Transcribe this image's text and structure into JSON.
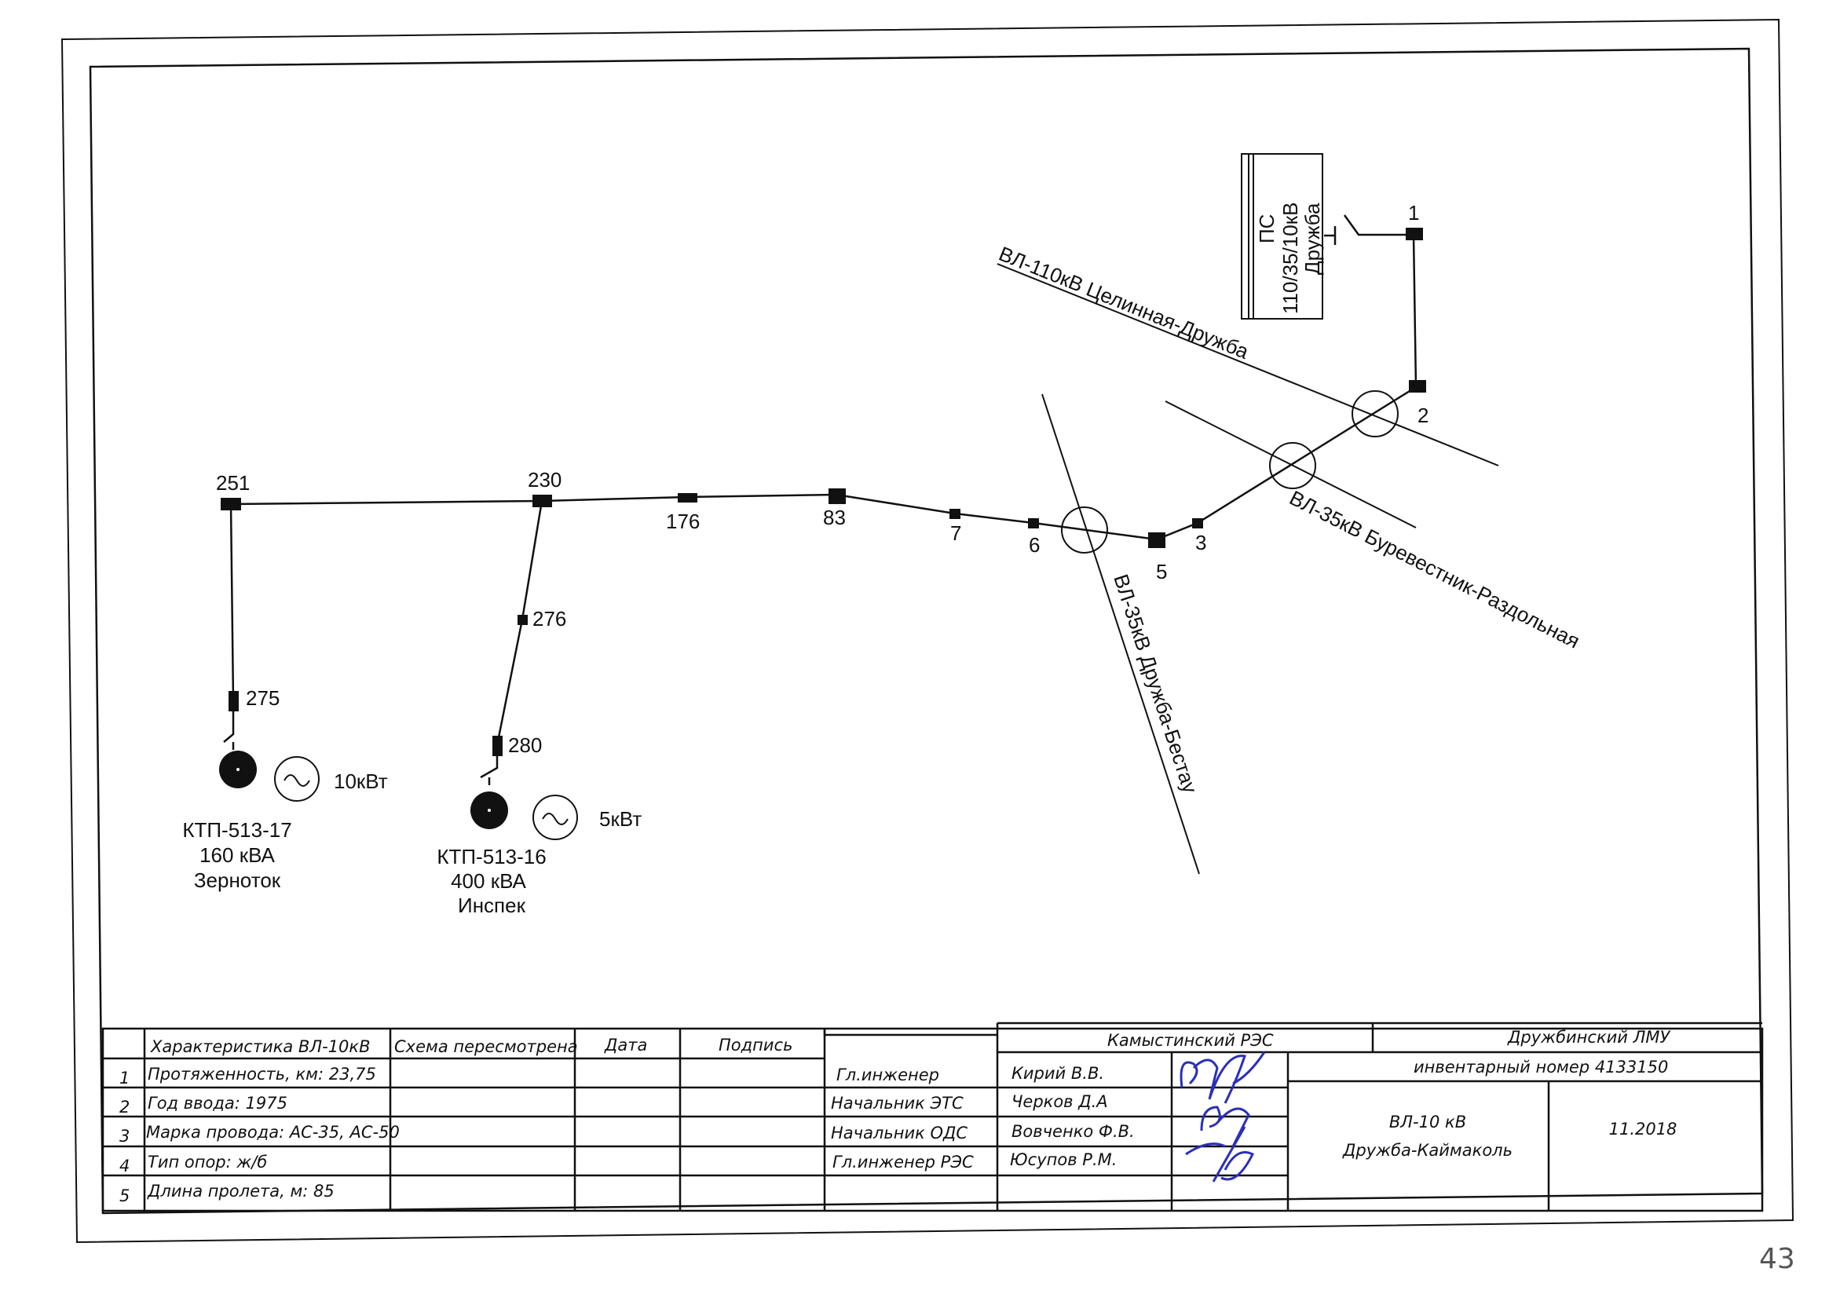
{
  "nodes": {
    "n1": "1",
    "n2": "2",
    "n3": "3",
    "n5": "5",
    "n6": "6",
    "n7": "7",
    "n83": "83",
    "n176": "176",
    "n230": "230",
    "n251": "251",
    "n275": "275",
    "n276": "276",
    "n280": "280"
  },
  "substation": {
    "l1": "ПС",
    "l2": "110/35/10кВ",
    "l3": "Дружба"
  },
  "lines": {
    "vl110": "ВЛ-110кВ Целинная-Дружба",
    "vl35a": "ВЛ-35кВ Буревестник-Раздольная",
    "vl35b": "ВЛ-35кВ Дружба-Бестау"
  },
  "ktp17": {
    "name": "КТП-513-17",
    "power": "160 кВА",
    "owner": "Зерноток",
    "gen": "10кВт"
  },
  "ktp16": {
    "name": "КТП-513-16",
    "power": "400 кВА",
    "owner": "Инспек",
    "gen": "5кВт"
  },
  "table": {
    "h_char": "Характеристика ВЛ-10кВ",
    "h_schema": "Схема пересмотрена",
    "h_date": "Дата",
    "h_sign": "Подпись",
    "rows": [
      {
        "num": "1",
        "text": "Протяженность, км: 23,75"
      },
      {
        "num": "2",
        "text": "Год ввода: 1975"
      },
      {
        "num": "3",
        "text": "Марка провода: АС-35, АС-50"
      },
      {
        "num": "4",
        "text": "Тип опор: ж/б"
      },
      {
        "num": "5",
        "text": "Длина пролета, м: 85"
      }
    ],
    "org1": "Камыстинский РЭС",
    "org2": "Дружбинский ЛМУ",
    "inv": "инвентарный номер 4133150",
    "staff": [
      {
        "role": "Гл.инженер",
        "name": "Кирий В.В."
      },
      {
        "role": "Начальник ЭТС",
        "name": "Черков Д.А"
      },
      {
        "role": "Начальник ОДС",
        "name": "Вовченко Ф.В."
      },
      {
        "role": "Гл.инженер РЭС",
        "name": "Юсупов Р.М."
      }
    ],
    "title1": "ВЛ-10 кВ",
    "title2": "Дружба-Каймаколь",
    "date": "11.2018"
  },
  "page_number": "43"
}
